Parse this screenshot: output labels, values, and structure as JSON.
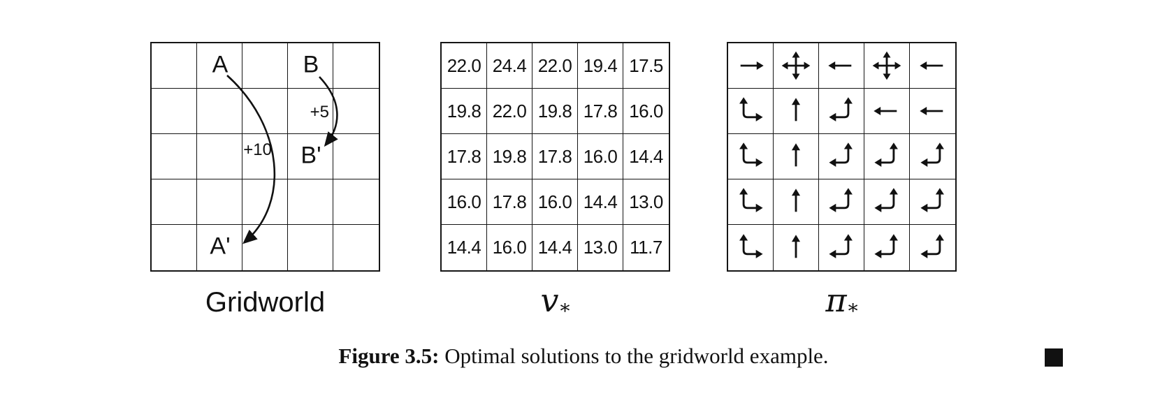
{
  "figure": {
    "caption_label": "Figure 3.5:",
    "caption_text": "Optimal solutions to the gridworld example.",
    "qed_color": "#111111",
    "panels": {
      "gridworld": {
        "label": "Gridworld",
        "grid_size": 5,
        "markers": [
          {
            "row": 0,
            "col": 1,
            "text": "A"
          },
          {
            "row": 0,
            "col": 3,
            "text": "B"
          },
          {
            "row": 2,
            "col": 3,
            "text": "B'"
          },
          {
            "row": 4,
            "col": 1,
            "text": "A'"
          }
        ],
        "rewards": [
          {
            "label": "+10",
            "from": "A",
            "to": "A'"
          },
          {
            "label": "+5",
            "from": "B",
            "to": "B'"
          }
        ]
      },
      "values": {
        "label_base": "v",
        "label_sub": "*",
        "rows": [
          [
            "22.0",
            "24.4",
            "22.0",
            "19.4",
            "17.5"
          ],
          [
            "19.8",
            "22.0",
            "19.8",
            "17.8",
            "16.0"
          ],
          [
            "17.8",
            "19.8",
            "17.8",
            "16.0",
            "14.4"
          ],
          [
            "16.0",
            "17.8",
            "16.0",
            "14.4",
            "13.0"
          ],
          [
            "14.4",
            "16.0",
            "14.4",
            "13.0",
            "11.7"
          ]
        ]
      },
      "policy": {
        "label_base": "π",
        "label_sub": "*",
        "rows": [
          [
            "right",
            "four-way",
            "left",
            "four-way",
            "left"
          ],
          [
            "up-right",
            "up",
            "up-left",
            "left",
            "left"
          ],
          [
            "up-right",
            "up",
            "up-left",
            "up-left",
            "up-left"
          ],
          [
            "up-right",
            "up",
            "up-left",
            "up-left",
            "up-left"
          ],
          [
            "up-right",
            "up",
            "up-left",
            "up-left",
            "up-left"
          ]
        ]
      }
    }
  }
}
